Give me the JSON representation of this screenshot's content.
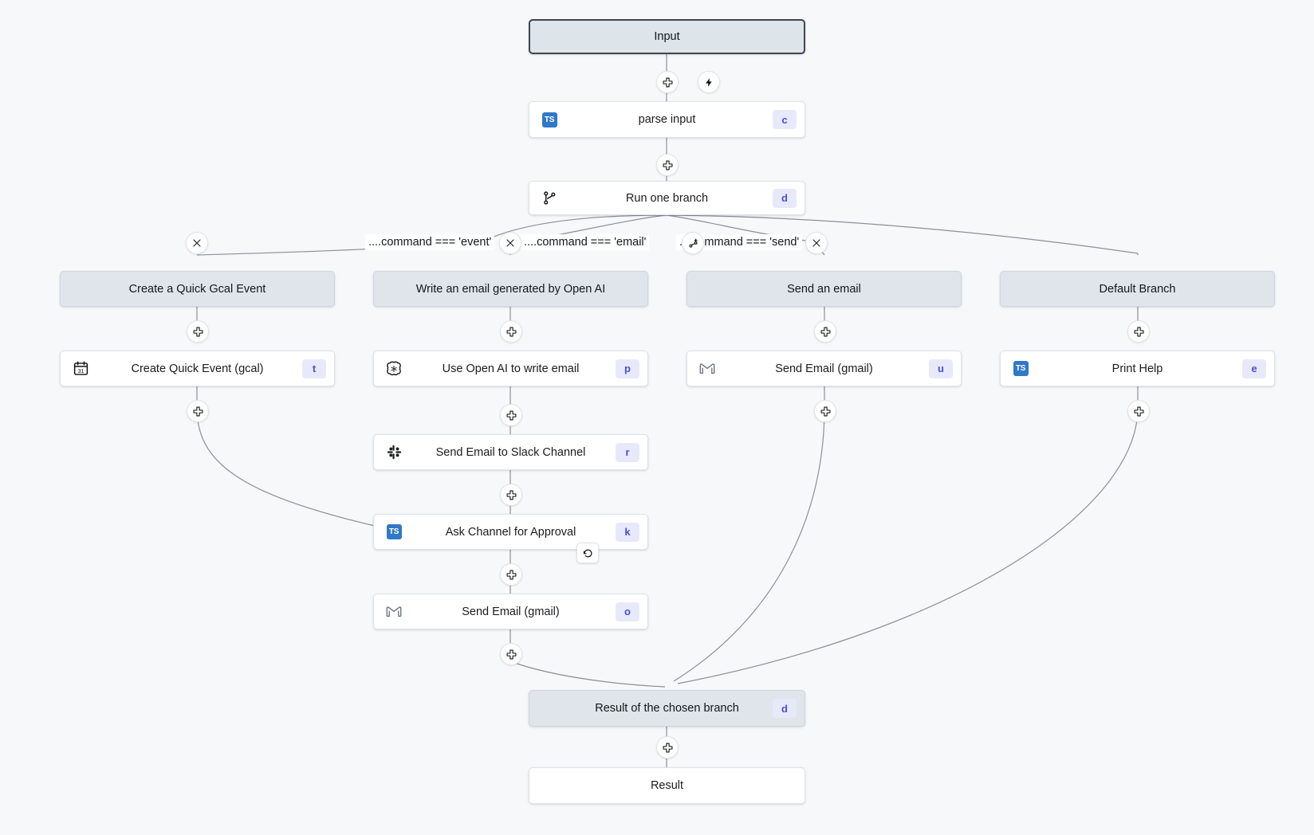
{
  "canvas": {
    "background": "#f7f8fa",
    "edge_color": "#8a8f98",
    "accent_badge_bg": "#e7e9fb",
    "accent_badge_fg": "#4a4fd0",
    "grey_node_bg": "#dfe5ea",
    "ts_icon_color": "#3178c6"
  },
  "flow": {
    "input": {
      "label": "Input",
      "icon": "none"
    },
    "trigger_icon": "lightning-icon",
    "nodes": [
      {
        "id": "parse-input",
        "label": "parse input",
        "icon": "ts-icon",
        "kbd": "c"
      },
      {
        "id": "run-one-branch",
        "label": "Run one branch",
        "icon": "branch-icon",
        "kbd": "d"
      },
      {
        "id": "create-quick-event",
        "label": "Create Quick Event (gcal)",
        "icon": "gcal-icon",
        "kbd": "t"
      },
      {
        "id": "use-open-ai",
        "label": "Use Open AI to write email",
        "icon": "openai-icon",
        "kbd": "p"
      },
      {
        "id": "send-email-slack",
        "label": "Send Email to Slack Channel",
        "icon": "slack-icon",
        "kbd": "r"
      },
      {
        "id": "ask-approval",
        "label": "Ask Channel for Approval",
        "icon": "ts-icon",
        "kbd": "k",
        "suspend_icon": "suspend-icon"
      },
      {
        "id": "send-email-gmail-1",
        "label": "Send Email (gmail)",
        "icon": "gmail-icon",
        "kbd": "o"
      },
      {
        "id": "send-email-gmail-2",
        "label": "Send Email (gmail)",
        "icon": "gmail-icon",
        "kbd": "u"
      },
      {
        "id": "print-help",
        "label": "Print Help",
        "icon": "ts-icon",
        "kbd": "e"
      }
    ],
    "branches": [
      {
        "id": "branch-event",
        "header": "Create a Quick Gcal Event",
        "condition": "....command === 'event'",
        "close_icon": "close-icon"
      },
      {
        "id": "branch-email",
        "header": "Write an email generated by Open AI",
        "condition": "....command === 'email'",
        "close_icon": "close-icon"
      },
      {
        "id": "branch-send",
        "header": "Send an email",
        "condition": "....command === 'send'",
        "close_icon": "close-icon",
        "add_branch_icon": "add-branch-icon"
      },
      {
        "id": "branch-default",
        "header": "Default Branch",
        "condition": "",
        "close_icon": ""
      }
    ],
    "result_of_branch": {
      "label": "Result of the chosen branch",
      "kbd": "d"
    },
    "result": {
      "label": "Result"
    },
    "add_step_icon": "plus-icon"
  }
}
